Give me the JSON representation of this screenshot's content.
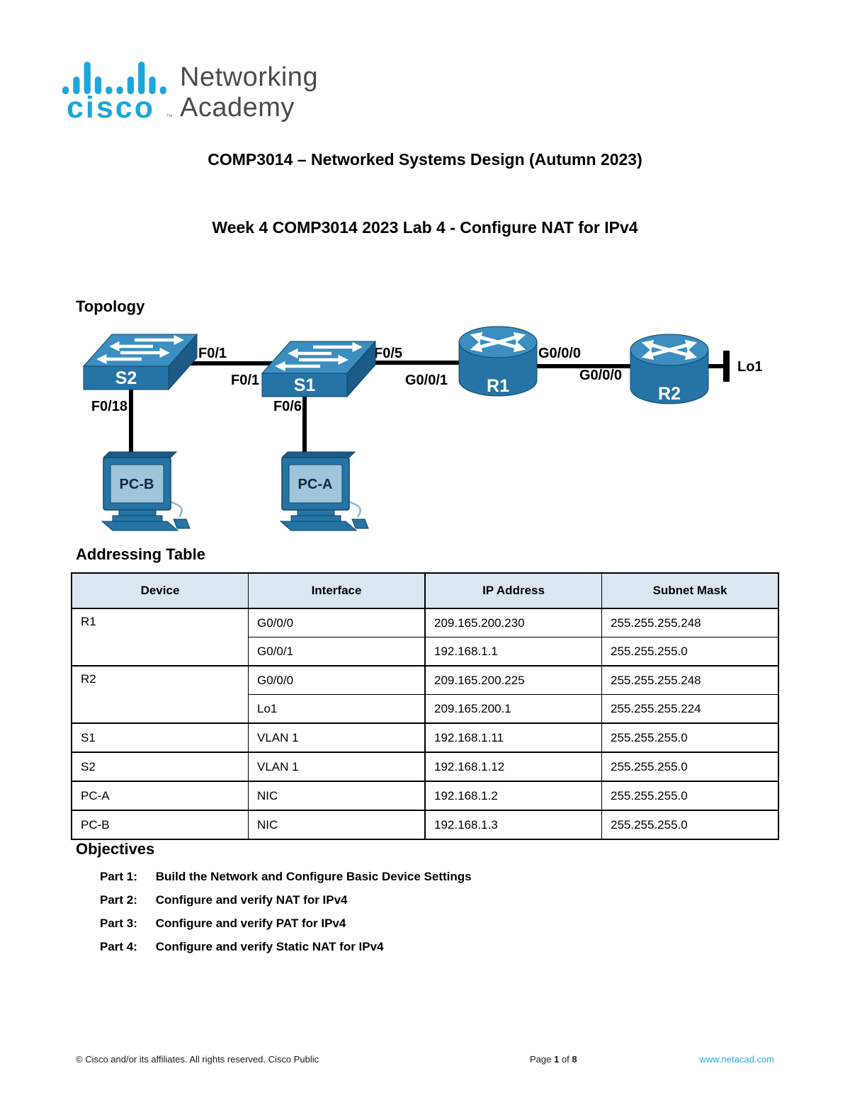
{
  "logo": {
    "brand": "cisco",
    "trademark": "™",
    "academy_line1": "Networking",
    "academy_line2": "Academy",
    "brand_color": "#1BA7DC",
    "academy_text_color": "#494B4D"
  },
  "header": {
    "course_title": "COMP3014 – Networked Systems Design (Autumn 2023)",
    "lab_title": "Week 4 COMP3014 2023 Lab 4 - Configure NAT for IPv4"
  },
  "topology": {
    "heading": "Topology",
    "devices": {
      "s2": "S2",
      "s1": "S1",
      "r1": "R1",
      "r2": "R2",
      "pc_b": "PC-B",
      "pc_a": "PC-A"
    },
    "ports": {
      "s2_uplink": "F0/1",
      "s1_uplink": "F0/1",
      "s1_to_r1": "F0/5",
      "r1_lan": "G0/0/1",
      "r1_wan": "G0/0/0",
      "r2_wan": "G0/0/0",
      "r2_loopback": "Lo1",
      "s2_access": "F0/18",
      "s1_access": "F0/6"
    },
    "colors": {
      "device_front": "#2674A5",
      "device_top": "#3C8EC0",
      "device_side": "#1B5B85",
      "pc_screen": "#9EC5DA",
      "cable": "#000000"
    }
  },
  "addressing_table": {
    "heading": "Addressing Table",
    "header_bg": "#DCE6F1",
    "columns": [
      "Device",
      "Interface",
      "IP Address",
      "Subnet Mask"
    ],
    "rows": [
      {
        "device": "R1",
        "interface": "G0/0/0",
        "ip": "209.165.200.230",
        "mask": "255.255.255.248"
      },
      {
        "device": "",
        "interface": "G0/0/1",
        "ip": "192.168.1.1",
        "mask": "255.255.255.0"
      },
      {
        "device": "R2",
        "interface": "G0/0/0",
        "ip": "209.165.200.225",
        "mask": "255.255.255.248"
      },
      {
        "device": "",
        "interface": "Lo1",
        "ip": "209.165.200.1",
        "mask": "255.255.255.224"
      },
      {
        "device": "S1",
        "interface": "VLAN 1",
        "ip": "192.168.1.11",
        "mask": "255.255.255.0"
      },
      {
        "device": "S2",
        "interface": "VLAN 1",
        "ip": "192.168.1.12",
        "mask": "255.255.255.0"
      },
      {
        "device": "PC-A",
        "interface": "NIC",
        "ip": "192.168.1.2",
        "mask": "255.255.255.0"
      },
      {
        "device": "PC-B",
        "interface": "NIC",
        "ip": "192.168.1.3",
        "mask": "255.255.255.0"
      }
    ]
  },
  "objectives": {
    "heading": "Objectives",
    "items": [
      {
        "label": "Part 1:",
        "text": "Build the Network and Configure Basic Device Settings"
      },
      {
        "label": "Part 2:",
        "text": "Configure and verify NAT for IPv4"
      },
      {
        "label": "Part 3:",
        "text": "Configure and verify PAT for IPv4"
      },
      {
        "label": "Part 4:",
        "text": "Configure and verify Static NAT for IPv4"
      }
    ]
  },
  "footer": {
    "copyright": "© Cisco and/or its affiliates. All rights reserved. Cisco Public",
    "page_label": "Page",
    "page_number": "1",
    "of_label": "of",
    "page_total": "8",
    "website": "www.netacad.com",
    "link_color": "#2AACE3"
  }
}
